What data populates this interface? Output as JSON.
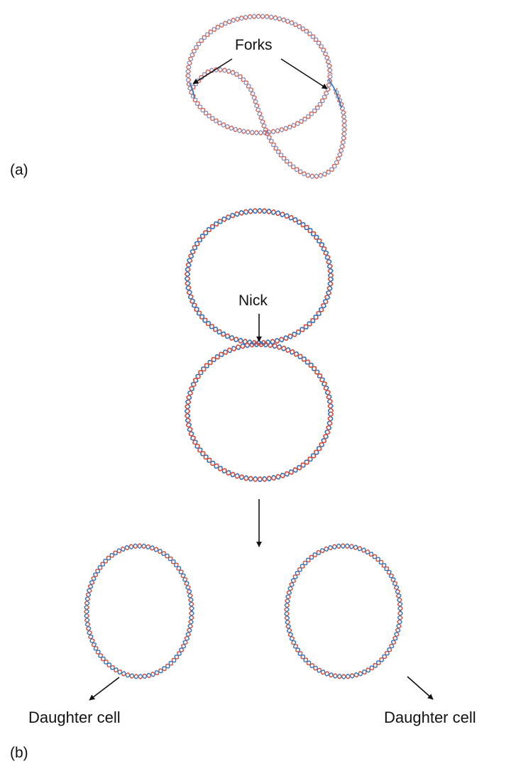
{
  "labels": {
    "forks": "Forks",
    "nick": "Nick",
    "panel_a": "(a)",
    "panel_b": "(b)",
    "daughter_left": "Daughter cell",
    "daughter_right": "Daughter cell"
  },
  "colors": {
    "strand_red": "#e2452f",
    "strand_blue": "#2b73c6",
    "arrow": "#111111"
  }
}
